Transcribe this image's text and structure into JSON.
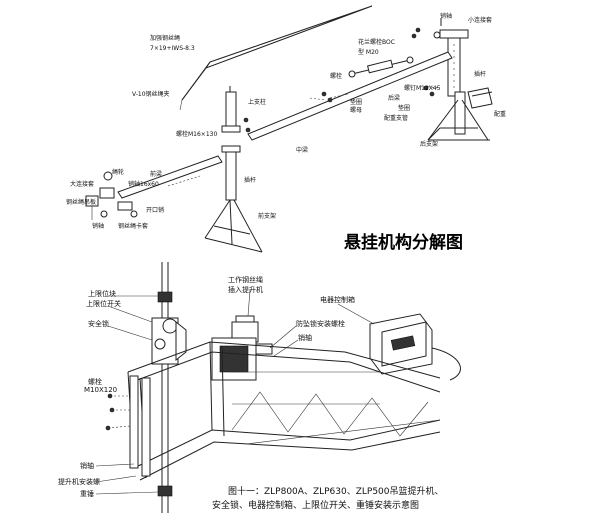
{
  "top": {
    "title": "悬挂机构分解图",
    "labels": {
      "cable_main": "加强钢丝绳",
      "cable_spec": "7×19+IWS-8.3",
      "turnbuckle_1": "花兰螺栓BOC",
      "turnbuckle_2": "型 M20",
      "pin_top": "销轴",
      "small_hook": "小连接套",
      "bolt_top": "螺栓",
      "washer_top": "垫圈",
      "nut_top": "螺母",
      "rear_pillar": "插杆",
      "bolt_m12": "螺钉M12X45",
      "rear_beam_seat": "后梁",
      "washer_rear": "垫圈",
      "counter_support": "配重支管",
      "counterweight": "配重",
      "rear_frame": "后支架",
      "upper_post": "上支柱",
      "bolt_m16": "螺栓M16×130",
      "v_clip": "V-10钢丝绳夹",
      "mid_beam": "中梁",
      "front_beam": "前梁",
      "insert_rod": "插杆",
      "front_frame": "前支架",
      "rope_wheel": "绳轮",
      "big_hook": "大连接套",
      "pin_16x60": "销轴16x60",
      "rope_hanger": "钢丝绳吊板",
      "pin_b": "销轴",
      "open_pin": "开口销",
      "rope_clamp": "钢丝绳卡套"
    }
  },
  "bottom": {
    "labels": {
      "upper_limit_block": "上限位块",
      "upper_limit_switch": "上限位开关",
      "safety_lock": "安全锁",
      "work_rope": "工作钢丝绳",
      "work_rope_2": "插入提升机",
      "control_box": "电器控制箱",
      "anti_tilt_bolt": "防坠锁安装螺栓",
      "hoist_pin": "销轴",
      "bolt": "螺栓",
      "bolt_spec": "M10X120",
      "pin": "销轴",
      "hoist_bolt": "提升机安装螺",
      "heavy_hammer": "重锤"
    },
    "caption_line1": "图十一：ZLP800A、ZLP630、ZLP500吊篮提升机、",
    "caption_line2": "安全锁、电器控制箱、上限位开关、重锤安装示意图"
  }
}
